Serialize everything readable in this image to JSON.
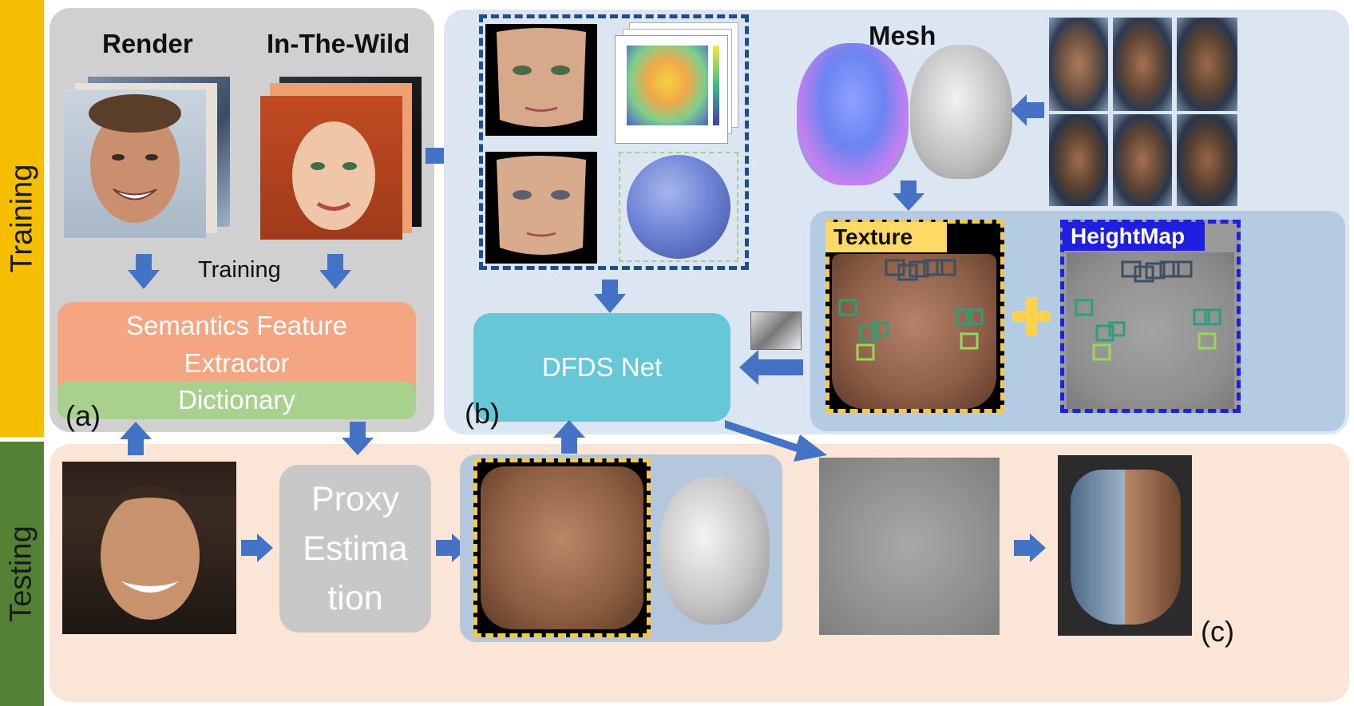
{
  "side_labels": {
    "training": "Training",
    "testing": "Testing"
  },
  "panel_a": {
    "render_title": "Render",
    "wild_title": "In-The-Wild",
    "training_label": "Training",
    "extractor_label": "Semantics Feature Extractor",
    "dictionary_label": "Dictionary",
    "label": "(a)"
  },
  "panel_b": {
    "mesh_title": "Mesh",
    "texture_tag": "Texture",
    "heightmap_tag": "HeightMap",
    "net_label": "DFDS Net",
    "label": "(b)"
  },
  "panel_c": {
    "proxy_label": "Proxy Estima tion",
    "label": "(c)"
  },
  "colors": {
    "training_bar": "#f5be00",
    "testing_bar": "#548235",
    "panel_a_bg": "#d0d0d0",
    "panel_b_bg": "#dce6f2",
    "testing_bg": "#fbe5d6",
    "extractor": "#f4a582",
    "dictionary": "#a9d18e",
    "dfds": "#66c7d6",
    "proxy": "#c8c8c8",
    "arrow": "#4472c4",
    "texture_tag": "#ffd966",
    "heightmap_tag": "#1f1fe0"
  }
}
